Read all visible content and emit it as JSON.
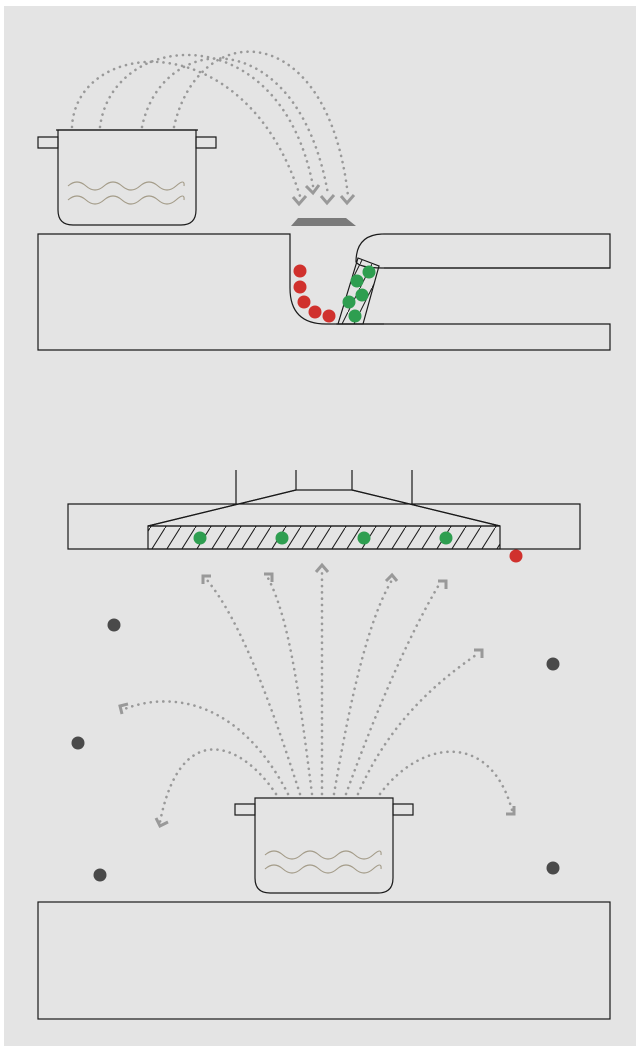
{
  "colors": {
    "background": "#e4e4e4",
    "outer_margin": "#ffffff",
    "outline": "#1a1a1a",
    "steam": "#999999",
    "grease_particle": "#d0312d",
    "filtered_particle": "#2e9e50",
    "airborne_particle": "#4a4a4a",
    "water_wave": "#a39b88",
    "deflector": "#7a7a7a",
    "object_fill": "#e4e4e4"
  },
  "panels": [
    {
      "id": "top",
      "subject": "downdraft-extractor",
      "steam_direction": "down-into-worktop"
    },
    {
      "id": "bottom",
      "subject": "overhead-hood-extractor",
      "steam_direction": "up-and-spreading"
    }
  ],
  "icons": [
    "pot-icon",
    "steam-arrow-icon",
    "grease-particle-icon",
    "filter-icon",
    "deflector-icon"
  ]
}
